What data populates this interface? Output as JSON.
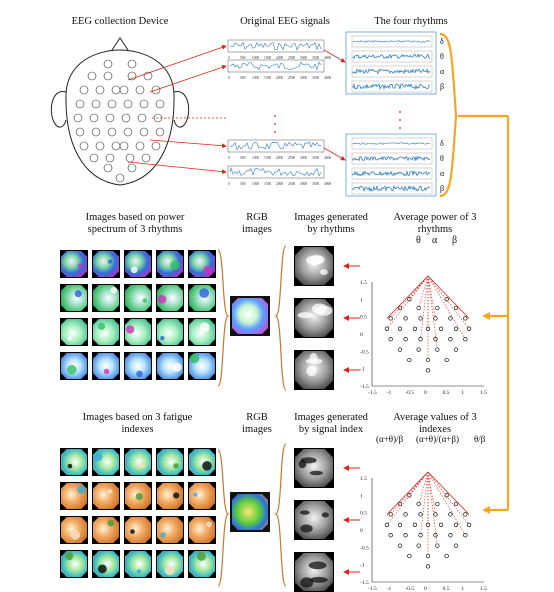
{
  "titles": {
    "device": "EEG collection Device",
    "original": "Original EEG signals",
    "rhythms": "The four rhythms",
    "power_images": "Images based on power spectrum of 3 rhythms",
    "rgb1": "RGB images",
    "gen_rhythms": "Images generated  by rhythms",
    "avg_power": "Average power of 3 rhythms",
    "fatigue_images": "Images based on 3 fatigue indexes",
    "rgb2": "RGB images",
    "gen_index": "Images generated  by signal index",
    "avg_index": "Average values of 3 indexes"
  },
  "rhythm_symbols": [
    "δ",
    "θ",
    "α",
    "β"
  ],
  "power_symbols": [
    "θ",
    "α",
    "β"
  ],
  "index_symbols": [
    "(α+θ)/β",
    "(α+θ)/(α+β)",
    "θ/β"
  ],
  "signal_xticks": [
    "0",
    "500",
    "1000",
    "1500",
    "2000",
    "2500",
    "3000",
    "3500",
    "4000"
  ],
  "scalp_xticks": [
    "-1.5",
    "-1",
    "-0.5",
    "0",
    "0.5",
    "1",
    "1.5"
  ],
  "scalp_yticks": [
    "1.5",
    "1",
    "0.5",
    "0",
    "-0.5",
    "-1",
    "-1.5"
  ],
  "colors": {
    "orange": "#f5a623",
    "red": "#d9261c",
    "signal": "#2f7fc0",
    "bracket": "#c9772b"
  }
}
